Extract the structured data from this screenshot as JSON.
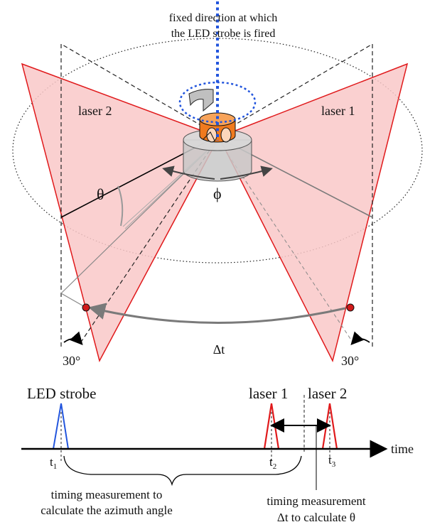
{
  "labels": {
    "fixed_direction_line1": "fixed direction at which",
    "fixed_direction_line2": "the LED strobe is fired",
    "laser2": "laser 2",
    "laser1": "laser 1",
    "theta": "θ",
    "phi": "ϕ",
    "delta_t": "Δt",
    "angle_left": "30°",
    "angle_right": "30°"
  },
  "timing": {
    "led_strobe": "LED strobe",
    "laser1": "laser 1",
    "laser2": "laser 2",
    "time_axis": "time",
    "t1": "t",
    "t1_sub": "1",
    "t2": "t",
    "t2_sub": "2",
    "t3": "t",
    "t3_sub": "3",
    "azimuth_line1": "timing measurement to",
    "azimuth_line2": "calculate the azimuth angle",
    "theta_line1": "timing measurement",
    "theta_line2": "Δt to calculate θ"
  },
  "colors": {
    "fan_fill": "#f9c8c8",
    "laser_red": "#e0191b",
    "led_blue": "#2255dd",
    "rotor_orange": "#f07a1e",
    "base_gray": "#c8c8c8",
    "marker_red": "#d11a1a"
  }
}
